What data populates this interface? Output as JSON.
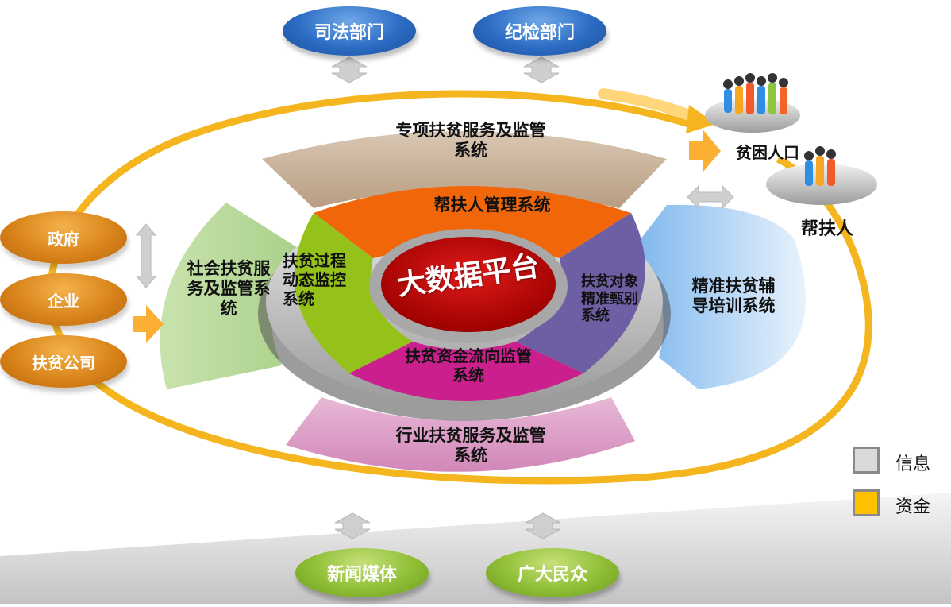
{
  "top_nodes": [
    "司法部门",
    "纪检部门"
  ],
  "left_nodes": [
    "政府",
    "企业",
    "扶贫公司"
  ],
  "bottom_nodes": [
    "新闻媒体",
    "广大民众"
  ],
  "right_nodes": {
    "poor_population": "贫困人口",
    "helper": "帮扶人"
  },
  "systems": {
    "top_outer": "专项扶贫服务及监管系统",
    "left_outer": "社会扶贫服务及监管系统",
    "right_outer": "精准扶贫辅导培训系统",
    "bottom_outer": "行业扶贫服务及监管系统",
    "inner_top": "帮扶人管理系统",
    "inner_left": "扶贫过程动态监控系统",
    "inner_right": "扶贫对象精准甄别系统",
    "inner_bottom": "扶贫资金流向监管系统"
  },
  "center": "大数据平台",
  "legend": [
    {
      "label": "信息",
      "color": "#d9d9d9"
    },
    {
      "label": "资金",
      "color": "#ffc000"
    }
  ]
}
